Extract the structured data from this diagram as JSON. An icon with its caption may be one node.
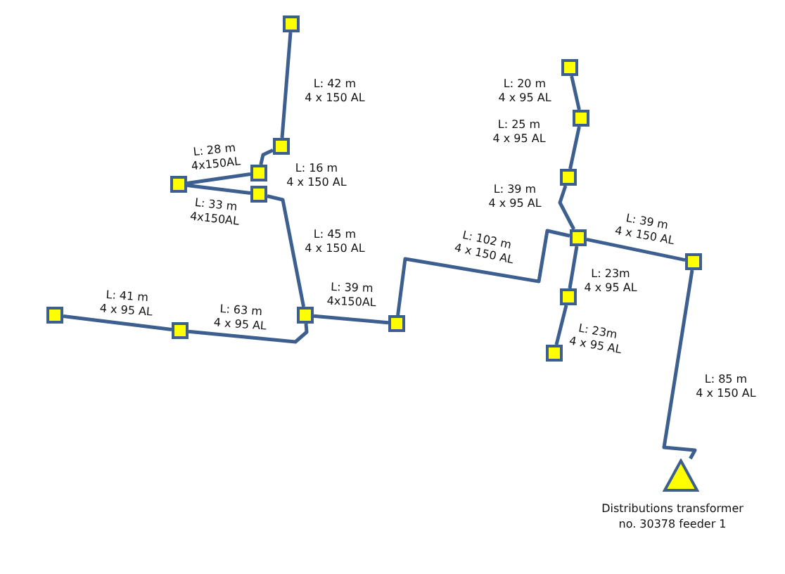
{
  "diagram": {
    "nodes": [
      {
        "text": [],
        "shape": "box"
      },
      {
        "text": [],
        "shape": "box"
      },
      {
        "text": [],
        "shape": "box"
      },
      {
        "text": [],
        "shape": "box"
      },
      {
        "text": [],
        "shape": "box"
      },
      {
        "text": [],
        "shape": "box"
      },
      {
        "text": [],
        "shape": "box"
      },
      {
        "text": [],
        "shape": "box"
      },
      {
        "text": [],
        "shape": "box"
      },
      {
        "text": [],
        "shape": "box"
      },
      {
        "text": [],
        "shape": "box"
      },
      {
        "text": [],
        "shape": "box"
      },
      {
        "text": [],
        "shape": "box"
      },
      {
        "text": [],
        "shape": "box"
      },
      {
        "text": [],
        "shape": "box"
      },
      {
        "text": [],
        "shape": "box"
      },
      {
        "text": [],
        "shape": "triangle",
        "beside": [
          "Distributions transformer no. 30378 feeder 1"
        ]
      }
    ],
    "edges": [
      {
        "from": 0,
        "to": 1,
        "arrow": "none",
        "label": "L: 42 m 4 x 150 AL"
      },
      {
        "from": 1,
        "to": 2,
        "arrow": "none",
        "label": "L: 16 m 4 x 150 AL"
      },
      {
        "from": 3,
        "to": 2,
        "arrow": "none",
        "label": "L: 28 m 4x150AL"
      },
      {
        "from": 3,
        "to": 4,
        "arrow": "none",
        "label": "L: 33 m 4x150AL"
      },
      {
        "from": 4,
        "to": 5,
        "arrow": "none",
        "label": "L: 45 m 4 x 150 AL"
      },
      {
        "from": 6,
        "to": 7,
        "arrow": "none",
        "label": "L: 41 m 4 x 95 AL"
      },
      {
        "from": 7,
        "to": 5,
        "arrow": "none",
        "label": "L: 63 m 4 x 95 AL"
      },
      {
        "from": 5,
        "to": 8,
        "arrow": "none",
        "label": "L: 39 m 4x150AL"
      },
      {
        "from": 8,
        "to": 12,
        "arrow": "none",
        "label": "L: 102 m 4 x 150 AL"
      },
      {
        "from": 9,
        "to": 10,
        "arrow": "none",
        "label": "L: 20 m 4 x 95 AL"
      },
      {
        "from": 10,
        "to": 11,
        "arrow": "none",
        "label": "L: 25 m 4 x 95 AL"
      },
      {
        "from": 11,
        "to": 12,
        "arrow": "none",
        "label": "L: 39 m 4 x 95 AL"
      },
      {
        "from": 12,
        "to": 13,
        "arrow": "none",
        "label": "L: 39 m 4 x 150 AL"
      },
      {
        "from": 12,
        "to": 14,
        "arrow": "none",
        "label": "L: 23m 4 x 95 AL"
      },
      {
        "from": 14,
        "to": 15,
        "arrow": "none",
        "label": "L: 23m 4 x 95 AL"
      },
      {
        "from": 13,
        "to": 16,
        "arrow": "none",
        "label": "L: 85 m 4 x 150 AL"
      }
    ]
  }
}
